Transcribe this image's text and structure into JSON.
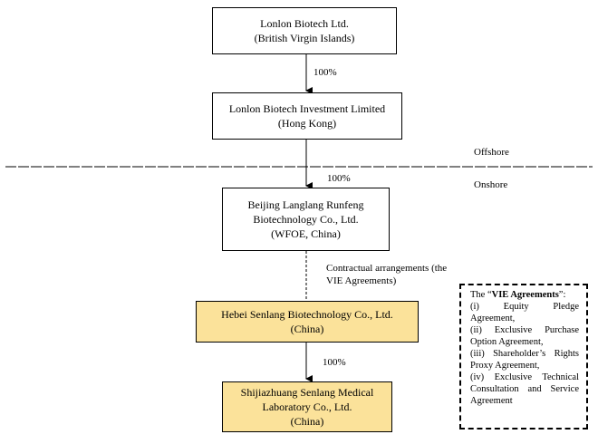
{
  "entities": {
    "parent": {
      "name": "Lonlon Biotech Ltd.",
      "jurisdiction": "(British Virgin Islands)"
    },
    "hk": {
      "name": "Lonlon Biotech Investment Limited",
      "jurisdiction": "(Hong Kong)"
    },
    "wfoe": {
      "line1": "Beijing Langlang Runfeng",
      "line2": "Biotechnology Co., Ltd.",
      "line3": "(WFOE, China)"
    },
    "hebei": {
      "name": "Hebei Senlang Biotechnology Co., Ltd.",
      "jurisdiction": "(China)"
    },
    "shijiazhuang": {
      "line1": "Shijiazhuang Senlang Medical",
      "line2": "Laboratory Co., Ltd.",
      "line3": "(China)"
    }
  },
  "ownership": {
    "parent_to_hk": "100%",
    "hk_to_wfoe": "100%",
    "hebei_to_shijiazhuang": "100%"
  },
  "divider": {
    "offshore": "Offshore",
    "onshore": "Onshore"
  },
  "contractual": {
    "line1": "Contractual arrangements (the",
    "line2": "VIE Agreements)"
  },
  "vie_box": {
    "intro_prefix": "The “",
    "intro_bold": "VIE Agreements",
    "intro_suffix": "”:",
    "items": [
      "(i)    Equity    Pledge Agreement,",
      "(ii) Exclusive Purchase Option Agreement,",
      "(iii) Shareholder’s Rights Proxy Agreement,",
      "(iv) Exclusive Technical Consultation and Service Agreement"
    ]
  },
  "colors": {
    "highlight": "#fbe29a",
    "border": "#000000"
  }
}
